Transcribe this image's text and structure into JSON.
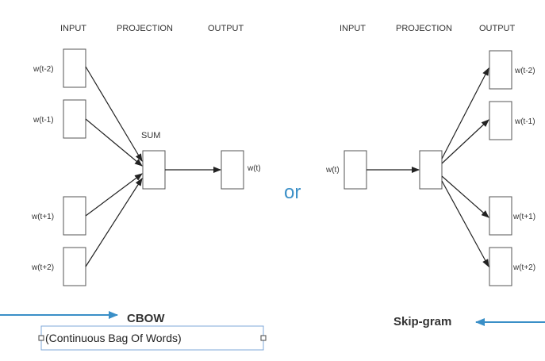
{
  "cbow": {
    "headers": {
      "input": "INPUT",
      "projection": "PROJECTION",
      "output": "OUTPUT"
    },
    "inputs": [
      "w(t-2)",
      "w(t-1)",
      "w(t+1)",
      "w(t+2)"
    ],
    "sum_label": "SUM",
    "output": "w(t)",
    "title": "CBOW",
    "subtitle": "(Continuous Bag Of Words)"
  },
  "or_label": "or",
  "skipgram": {
    "headers": {
      "input": "INPUT",
      "projection": "PROJECTION",
      "output": "OUTPUT"
    },
    "input": "w(t)",
    "outputs": [
      "w(t-2)",
      "w(t-1)",
      "w(t+1)",
      "w(t+2)"
    ],
    "title": "Skip-gram"
  },
  "colors": {
    "accent": "#3a8fc7",
    "box_stroke": "#555555",
    "text": "#333333"
  }
}
